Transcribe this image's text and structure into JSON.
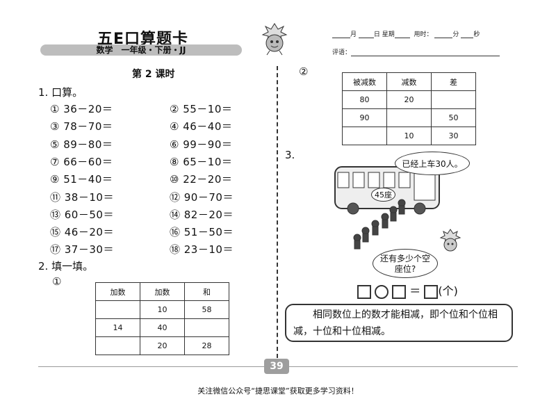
{
  "header": {
    "title": "五E口算题卡",
    "subtitle": "数学　一年级・下册・JJ",
    "date_fields": {
      "month": "月",
      "day": "日",
      "weekday": "星期",
      "time_label": "用时：",
      "minutes": "分",
      "seconds": "秒"
    },
    "review_label": "评语："
  },
  "lesson_title": "第 2 课时",
  "section1": {
    "label": "1. 口算。",
    "problems": [
      "① 36－20＝",
      "② 55－10＝",
      "③ 78－70＝",
      "④ 46－40＝",
      "⑤ 89－80＝",
      "⑥ 99－90＝",
      "⑦ 66－60＝",
      "⑧ 65－10＝",
      "⑨ 51－40＝",
      "⑩ 22－20＝",
      "⑪ 38－10＝",
      "⑫ 90－70＝",
      "⑬ 60－50＝",
      "⑭ 82－20＝",
      "⑮ 46－20＝",
      "⑯ 51－50＝",
      "⑰ 37－30＝",
      "⑱ 23－10＝"
    ]
  },
  "section2": {
    "label": "2. 填一填。",
    "sub1": "①",
    "table1": {
      "headers": [
        "加数",
        "加数",
        "和"
      ],
      "rows": [
        [
          "",
          "10",
          "58"
        ],
        [
          "14",
          "40",
          ""
        ],
        [
          "",
          "20",
          "28"
        ]
      ]
    },
    "sub2": "②",
    "table2": {
      "headers": [
        "被减数",
        "减数",
        "差"
      ],
      "rows": [
        [
          "80",
          "20",
          ""
        ],
        [
          "90",
          "",
          "50"
        ],
        [
          "",
          "10",
          "30"
        ]
      ]
    }
  },
  "section3": {
    "label": "3.",
    "bubble1": "已经上车30人。",
    "bus_seats": "45座",
    "bubble2": "还有多少个空座位?",
    "answer_unit": "(个)",
    "equals": "＝"
  },
  "rule_text": "相同数位上的数才能相减，即个位和个位相减，十位和十位相减。",
  "page_number": "39",
  "footer": "关注微信公众号“捷思课堂”获取更多学习资料！"
}
